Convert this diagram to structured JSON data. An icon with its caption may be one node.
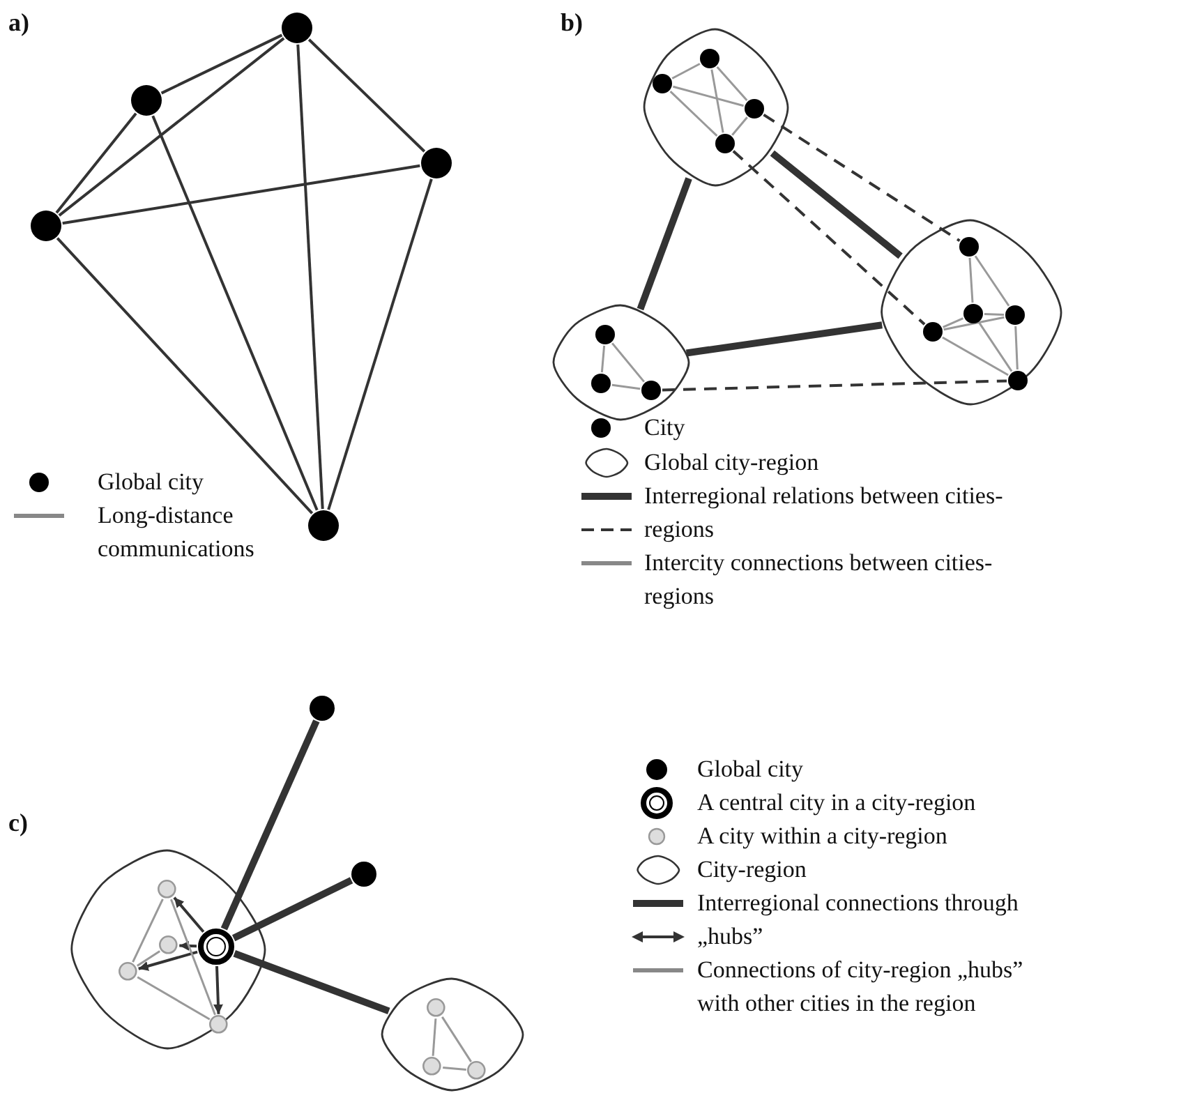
{
  "diagram": {
    "nodes": [
      {
        "text": [],
        "shape": "circle"
      },
      {
        "text": [],
        "shape": "circle"
      },
      {
        "text": [],
        "shape": "circle"
      },
      {
        "text": [],
        "shape": "circle"
      },
      {
        "text": [],
        "shape": "circle"
      },
      {
        "text": [],
        "shape": "blob"
      },
      {
        "text": [],
        "shape": "circle",
        "in": 5
      },
      {
        "text": [],
        "shape": "circle",
        "in": 5
      },
      {
        "text": [],
        "shape": "circle",
        "in": 5
      },
      {
        "text": [],
        "shape": "circle",
        "in": 5
      },
      {
        "text": [],
        "shape": "blob"
      },
      {
        "text": [],
        "shape": "circle",
        "in": 10
      },
      {
        "text": [],
        "shape": "circle",
        "in": 10
      },
      {
        "text": [],
        "shape": "circle",
        "in": 10
      },
      {
        "text": [],
        "shape": "blob"
      },
      {
        "text": [],
        "shape": "circle",
        "in": 14
      },
      {
        "text": [],
        "shape": "circle",
        "in": 14
      },
      {
        "text": [],
        "shape": "circle",
        "in": 14
      },
      {
        "text": [],
        "shape": "circle",
        "in": 14
      },
      {
        "text": [],
        "shape": "circle",
        "in": 14
      },
      {
        "text": [],
        "shape": "circle"
      },
      {
        "text": [],
        "shape": "circle"
      },
      {
        "text": [],
        "shape": "blob"
      },
      {
        "text": [],
        "shape": "circle",
        "in": 22
      },
      {
        "text": [],
        "shape": "circle",
        "in": 22
      },
      {
        "text": [],
        "shape": "circle",
        "in": 22
      },
      {
        "text": [],
        "shape": "circle",
        "in": 22
      },
      {
        "text": [],
        "shape": "circle",
        "in": 22
      },
      {
        "text": [],
        "shape": "blob"
      },
      {
        "text": [],
        "shape": "circle",
        "in": 28
      },
      {
        "text": [],
        "shape": "circle",
        "in": 28
      },
      {
        "text": [],
        "shape": "circle",
        "in": 28
      }
    ],
    "edges": [
      {
        "from": 1,
        "to": 2,
        "arrow": "none",
        "color": "#333333"
      },
      {
        "from": 0,
        "to": 1,
        "arrow": "none",
        "color": "#333333"
      },
      {
        "from": 0,
        "to": 2,
        "arrow": "none",
        "color": "#333333"
      },
      {
        "from": 2,
        "to": 4,
        "arrow": "none",
        "color": "#333333"
      },
      {
        "from": 0,
        "to": 4,
        "arrow": "none",
        "color": "#333333"
      },
      {
        "from": 2,
        "to": 3,
        "arrow": "none",
        "color": "#333333"
      },
      {
        "from": 1,
        "to": 3,
        "arrow": "none",
        "color": "#333333"
      },
      {
        "from": 0,
        "to": 3,
        "arrow": "none",
        "color": "#333333"
      },
      {
        "from": 4,
        "to": 3,
        "arrow": "none",
        "color": "#333333"
      },
      {
        "from": 6,
        "to": 7,
        "arrow": "none"
      },
      {
        "from": 6,
        "to": 9,
        "arrow": "none"
      },
      {
        "from": 6,
        "to": 8,
        "arrow": "none"
      },
      {
        "from": 7,
        "to": 9,
        "arrow": "none"
      },
      {
        "from": 7,
        "to": 8,
        "arrow": "none"
      },
      {
        "from": 9,
        "to": 8,
        "arrow": "none"
      },
      {
        "from": 11,
        "to": 12,
        "arrow": "none"
      },
      {
        "from": 12,
        "to": 13,
        "arrow": "none"
      },
      {
        "from": 11,
        "to": 13,
        "arrow": "none"
      },
      {
        "from": 16,
        "to": 17,
        "arrow": "none"
      },
      {
        "from": 16,
        "to": 18,
        "arrow": "none"
      },
      {
        "from": 17,
        "to": 18,
        "arrow": "none"
      },
      {
        "from": 15,
        "to": 17,
        "arrow": "none"
      },
      {
        "from": 15,
        "to": 18,
        "arrow": "none"
      },
      {
        "from": 15,
        "to": 19,
        "arrow": "none"
      },
      {
        "from": 17,
        "to": 19,
        "arrow": "none"
      },
      {
        "from": 18,
        "to": 19,
        "arrow": "none"
      },
      {
        "from": 5,
        "to": 10,
        "arrow": "none",
        "style": "thick",
        "color": "#333333"
      },
      {
        "from": 10,
        "to": 14,
        "arrow": "none",
        "style": "thick",
        "color": "#333333"
      },
      {
        "from": 5,
        "to": 14,
        "arrow": "none",
        "style": "thick",
        "color": "#333333"
      },
      {
        "from": 9,
        "to": 16,
        "arrow": "none",
        "style": "dashed",
        "color": "#333333"
      },
      {
        "from": 8,
        "to": 15,
        "arrow": "none",
        "style": "dashed",
        "color": "#333333"
      },
      {
        "from": 13,
        "to": 19,
        "arrow": "none",
        "style": "dashed",
        "color": "#333333"
      },
      {
        "from": 26,
        "to": 20,
        "arrow": "none",
        "style": "thick",
        "color": "#333333"
      },
      {
        "from": 26,
        "to": 21,
        "arrow": "none",
        "style": "thick",
        "color": "#333333"
      },
      {
        "from": 26,
        "to": 28,
        "arrow": "none",
        "style": "thick",
        "color": "#333333"
      },
      {
        "from": 26,
        "to": 24,
        "arrow": "to",
        "color": "#333333"
      },
      {
        "from": 26,
        "to": 25,
        "arrow": "to",
        "color": "#333333"
      },
      {
        "from": 26,
        "to": 23,
        "arrow": "to",
        "color": "#333333"
      },
      {
        "from": 26,
        "to": 27,
        "arrow": "to",
        "color": "#333333"
      },
      {
        "from": 24,
        "to": 23,
        "arrow": "none"
      },
      {
        "from": 24,
        "to": 27,
        "arrow": "none"
      },
      {
        "from": 23,
        "to": 27,
        "arrow": "none"
      },
      {
        "from": 25,
        "to": 23,
        "arrow": "none"
      },
      {
        "from": 30,
        "to": 29,
        "arrow": "none"
      },
      {
        "from": 29,
        "to": 31,
        "arrow": "none"
      },
      {
        "from": 30,
        "to": 31,
        "arrow": "none"
      }
    ],
    "labels": [
      "a)",
      "b)",
      "c)"
    ],
    "legend": [
      {
        "text": "Global city"
      },
      {
        "text": "Long-distance communications"
      },
      {
        "text": "City"
      },
      {
        "text": "Global city-region"
      },
      {
        "text": "Interregional relations between cities-regions"
      },
      {
        "text": "Intercity connections between cities-regions"
      },
      {
        "text": "Global city"
      },
      {
        "text": "A central city in a city-region"
      },
      {
        "text": "A city within a city-region"
      },
      {
        "text": "City-region"
      },
      {
        "text": "Interregional connections through „hubs”"
      },
      {
        "text": "Connections of city-region „hubs” with other cities in the region"
      }
    ]
  }
}
